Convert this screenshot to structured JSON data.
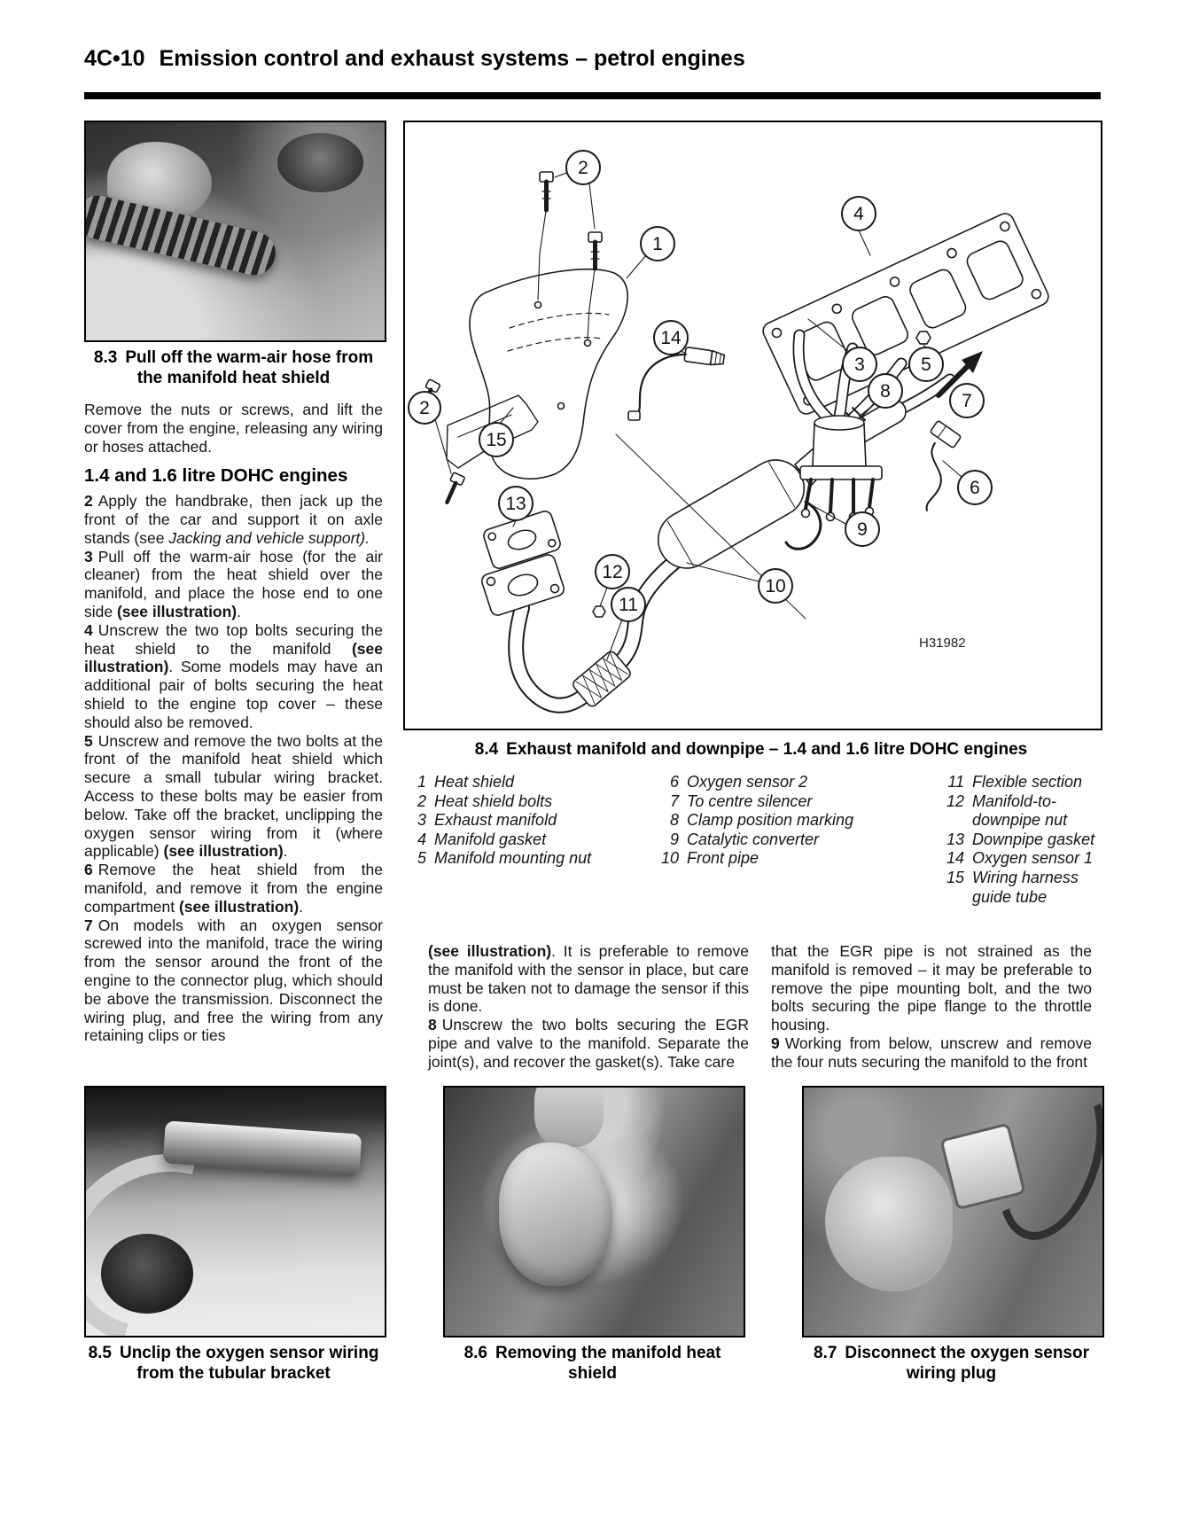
{
  "header": {
    "page_code": "4C•10",
    "title": "Emission control and exhaust systems – petrol engines"
  },
  "photo83": {
    "num": "8.3",
    "caption": "Pull off the warm-air hose from the manifold heat shield"
  },
  "left_col": {
    "intro": "Remove the nuts or screws, and lift the cover from the engine, releasing any wiring or hoses attached.",
    "heading": "1.4 and 1.6 litre DOHC engines",
    "step2": {
      "num": "2",
      "t1": "Apply the handbrake, then jack up the front of the car and support it on axle stands (see ",
      "i1": "Jacking and vehicle support)."
    },
    "step3": {
      "num": "3",
      "t1": "Pull off the warm-air hose (for the air cleaner) from the heat shield over the manifold, and place the hose end to one side ",
      "b1": "(see illustration)",
      "t2": "."
    },
    "step4": {
      "num": "4",
      "t1": "Unscrew the two top bolts securing the heat shield to the manifold ",
      "b1": "(see illustration)",
      "t2": ". Some models may have an additional pair of bolts securing the heat shield to the engine top cover – these should also be removed."
    },
    "step5": {
      "num": "5",
      "t1": "Unscrew and remove the two bolts at the front of the manifold heat shield which secure a small tubular wiring bracket. Access to these bolts may be easier from below. Take off the bracket, unclipping the oxygen sensor wiring from it (where applicable) ",
      "b1": "(see illustration)",
      "t2": "."
    },
    "step6": {
      "num": "6",
      "t1": "Remove the heat shield from the manifold, and remove it from the engine compartment ",
      "b1": "(see illustration)",
      "t2": "."
    },
    "step7": {
      "num": "7",
      "t1": "On models with an oxygen sensor screwed into the manifold, trace the wiring from the sensor around the front of the engine to the connector plug, which should be above the transmission. Disconnect the wiring plug, and free the wiring from any retaining clips or ties"
    }
  },
  "diagram": {
    "caption_num": "8.4",
    "caption": "Exhaust manifold and downpipe – 1.4 and 1.6 litre DOHC engines",
    "code": "H31982",
    "callouts": {
      "n1": "1",
      "n2": "2",
      "n3": "3",
      "n4": "4",
      "n5": "5",
      "n6": "6",
      "n7": "7",
      "n8": "8",
      "n9": "9",
      "n10": "10",
      "n11": "11",
      "n12": "12",
      "n13": "13",
      "n14": "14",
      "n15": "15"
    },
    "legend": {
      "col1": [
        {
          "n": "1",
          "label": "Heat shield"
        },
        {
          "n": "2",
          "label": "Heat shield bolts"
        },
        {
          "n": "3",
          "label": "Exhaust manifold"
        },
        {
          "n": "4",
          "label": "Manifold gasket"
        },
        {
          "n": "5",
          "label": "Manifold mounting nut"
        }
      ],
      "col2": [
        {
          "n": "6",
          "label": "Oxygen sensor 2"
        },
        {
          "n": "7",
          "label": "To centre silencer"
        },
        {
          "n": "8",
          "label": "Clamp position marking"
        },
        {
          "n": "9",
          "label": "Catalytic converter"
        },
        {
          "n": "10",
          "label": "Front pipe"
        }
      ],
      "col3": [
        {
          "n": "11",
          "label": "Flexible section"
        },
        {
          "n": "12",
          "label": "Manifold-to-downpipe nut"
        },
        {
          "n": "13",
          "label": "Downpipe gasket"
        },
        {
          "n": "14",
          "label": "Oxygen sensor 1"
        },
        {
          "n": "15",
          "label": "Wiring harness guide tube"
        }
      ]
    }
  },
  "mid_col": {
    "cont_b": "(see illustration)",
    "cont_t": ". It is preferable to remove the manifold with the sensor in place, but care must be taken not to damage the sensor if this is done.",
    "step8": {
      "num": "8",
      "t1": "Unscrew the two bolts securing the EGR pipe and valve to the manifold. Separate the joint(s), and recover the gasket(s). Take care"
    }
  },
  "right_col": {
    "cont": "that the EGR pipe is not strained as the manifold is removed – it may be preferable to remove the pipe mounting bolt, and the two bolts securing the pipe flange to the throttle housing.",
    "step9": {
      "num": "9",
      "t1": "Working from below, unscrew and remove the four nuts securing the manifold to the front"
    }
  },
  "photo85": {
    "num": "8.5",
    "caption": "Unclip the oxygen sensor wiring from the tubular bracket"
  },
  "photo86": {
    "num": "8.6",
    "caption": "Removing the manifold heat shield"
  },
  "photo87": {
    "num": "8.7",
    "caption": "Disconnect the oxygen sensor wiring plug"
  }
}
